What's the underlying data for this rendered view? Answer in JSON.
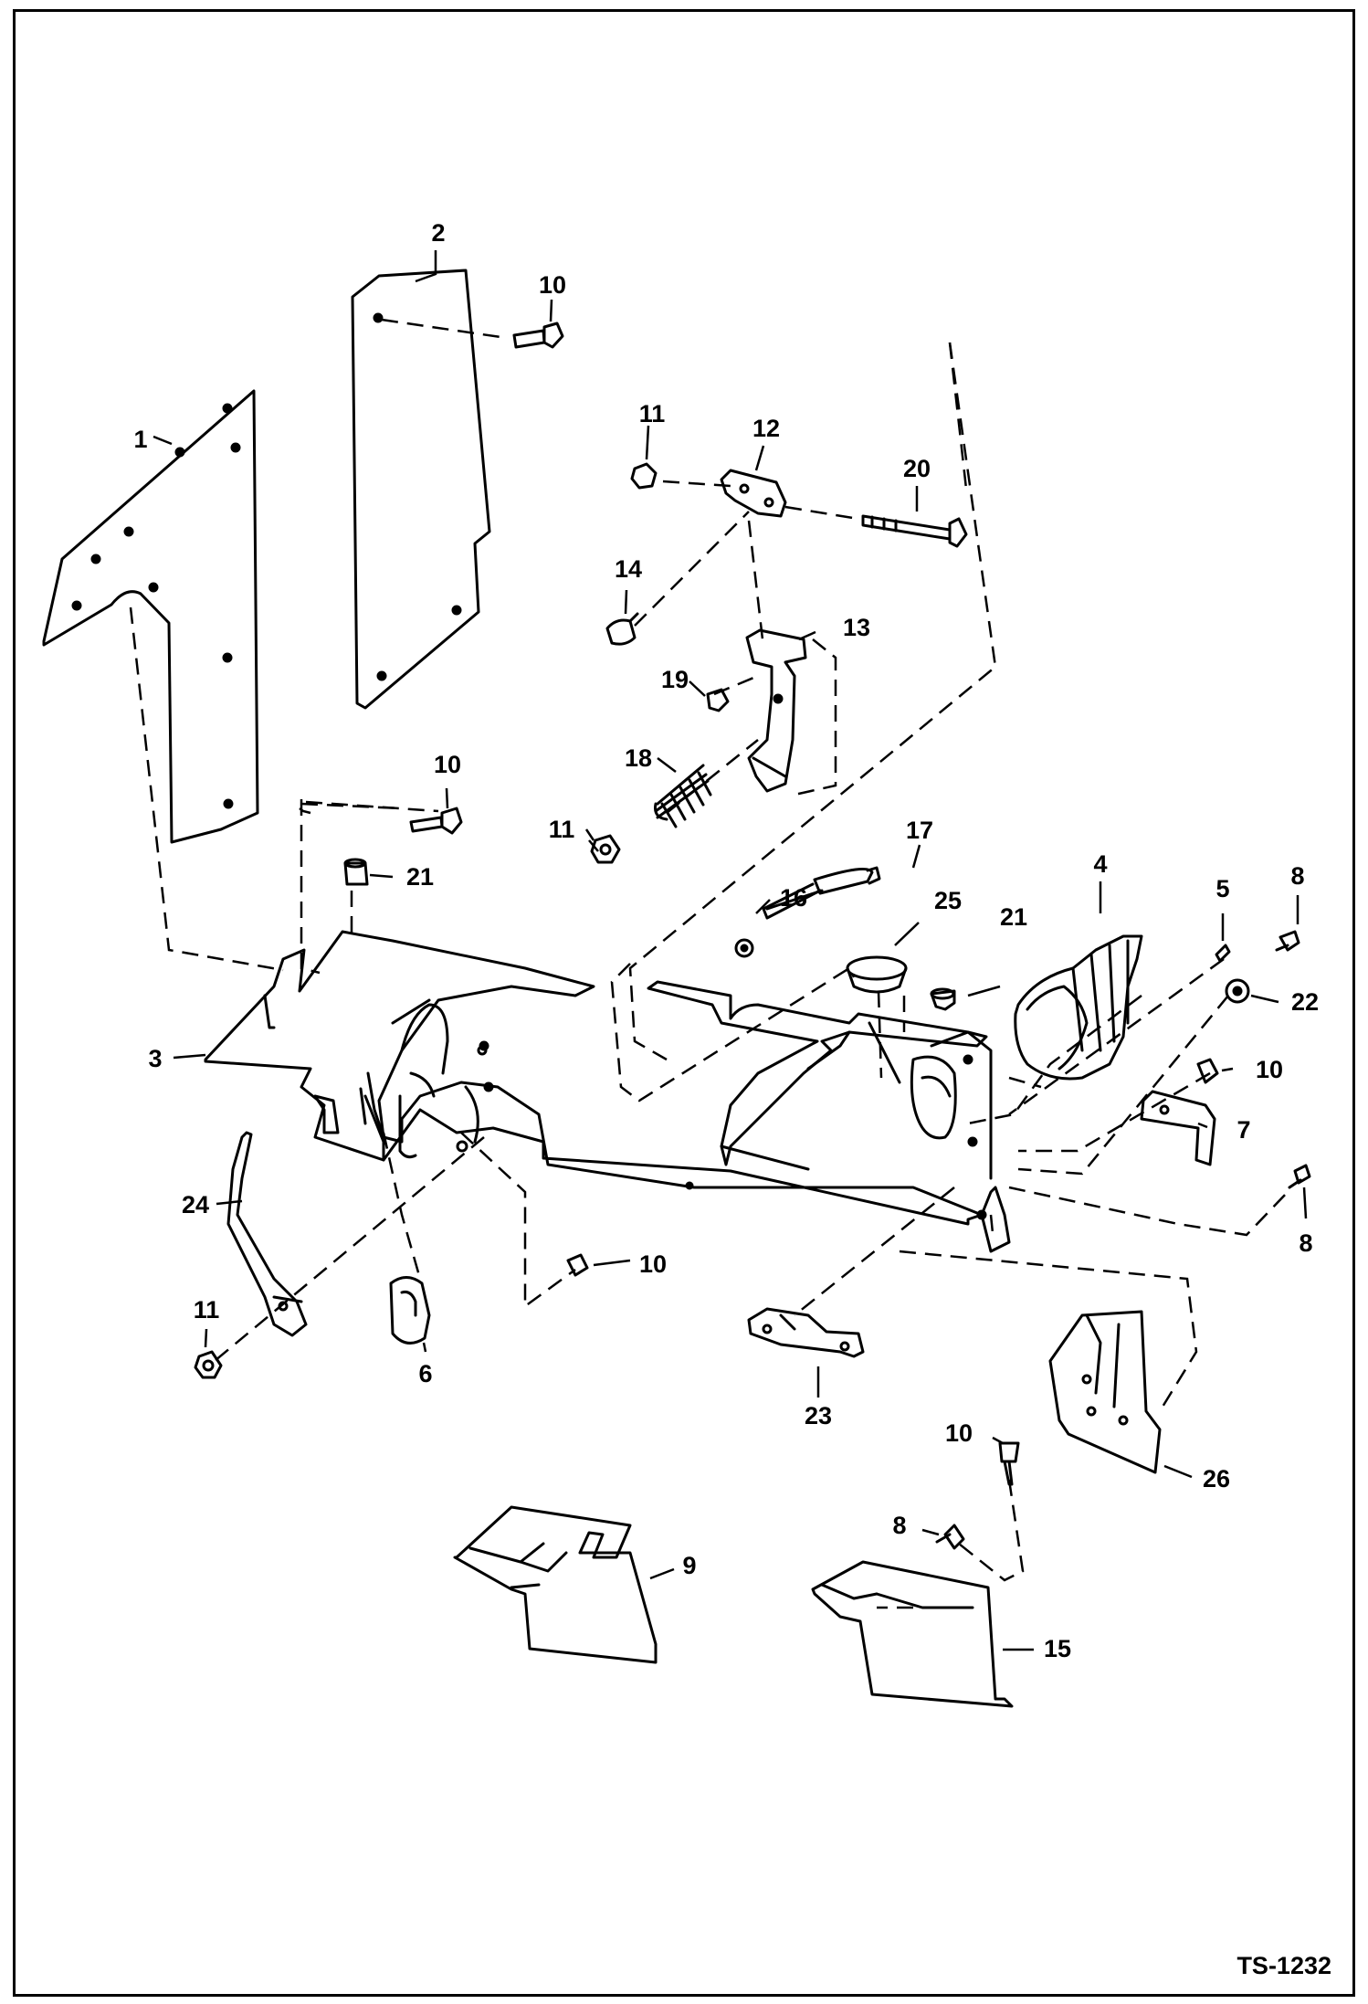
{
  "diagram": {
    "drawing_number": "TS-1232",
    "callouts": [
      {
        "id": "c1",
        "text": "1"
      },
      {
        "id": "c2",
        "text": "2"
      },
      {
        "id": "c3",
        "text": "3"
      },
      {
        "id": "c4",
        "text": "4"
      },
      {
        "id": "c5",
        "text": "5"
      },
      {
        "id": "c6",
        "text": "6"
      },
      {
        "id": "c7",
        "text": "7"
      },
      {
        "id": "c8a",
        "text": "8"
      },
      {
        "id": "c8b",
        "text": "8"
      },
      {
        "id": "c8c",
        "text": "8"
      },
      {
        "id": "c9",
        "text": "9"
      },
      {
        "id": "c10a",
        "text": "10"
      },
      {
        "id": "c10b",
        "text": "10"
      },
      {
        "id": "c10c",
        "text": "10"
      },
      {
        "id": "c10d",
        "text": "10"
      },
      {
        "id": "c10e",
        "text": "10"
      },
      {
        "id": "c11a",
        "text": "11"
      },
      {
        "id": "c11b",
        "text": "11"
      },
      {
        "id": "c11c",
        "text": "11"
      },
      {
        "id": "c12",
        "text": "12"
      },
      {
        "id": "c13",
        "text": "13"
      },
      {
        "id": "c14",
        "text": "14"
      },
      {
        "id": "c15",
        "text": "15"
      },
      {
        "id": "c16",
        "text": "16"
      },
      {
        "id": "c17",
        "text": "17"
      },
      {
        "id": "c18",
        "text": "18"
      },
      {
        "id": "c19",
        "text": "19"
      },
      {
        "id": "c20",
        "text": "20"
      },
      {
        "id": "c21a",
        "text": "21"
      },
      {
        "id": "c21b",
        "text": "21"
      },
      {
        "id": "c22",
        "text": "22"
      },
      {
        "id": "c23",
        "text": "23"
      },
      {
        "id": "c24",
        "text": "24"
      },
      {
        "id": "c25",
        "text": "25"
      },
      {
        "id": "c26",
        "text": "26"
      }
    ]
  }
}
